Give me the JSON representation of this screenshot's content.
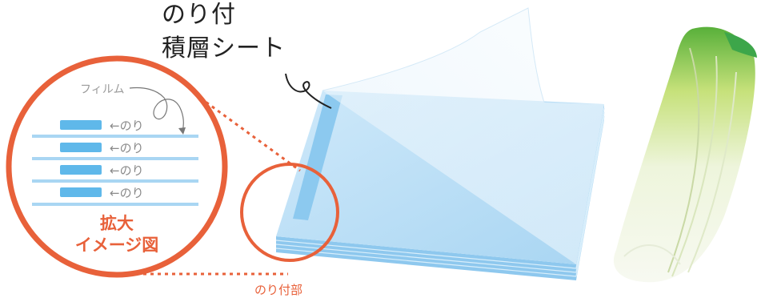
{
  "title": {
    "line1": "のり付",
    "line2": "積層シート"
  },
  "zoom_view": {
    "film_label": "フィルム",
    "glue_labels": [
      "←のり",
      "←のり",
      "←のり",
      "←のり"
    ],
    "caption_line1": "拡大",
    "caption_line2": "イメージ図"
  },
  "glue_area_label": "のり付部",
  "colors": {
    "accent": "#e8613a",
    "sheet": "#a9d6f3",
    "glue": "#5fb8ea",
    "film": "#eef6fc",
    "leaf_green": "#7cc242"
  }
}
